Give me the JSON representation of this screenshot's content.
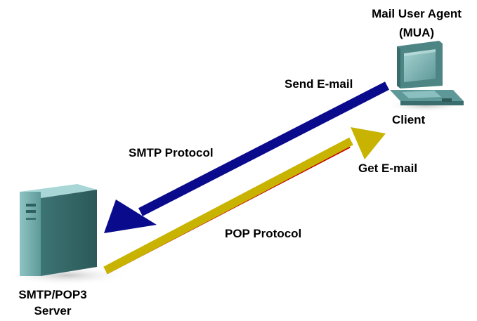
{
  "client": {
    "title_line1": "Mail User Agent",
    "title_line2": "(MUA)",
    "label": "Client"
  },
  "server": {
    "label_line1": "SMTP/POP3",
    "label_line2": "Server"
  },
  "arrows": {
    "send": {
      "label": "Send E-mail",
      "protocol": "SMTP Protocol",
      "color": "#0a0a8c"
    },
    "get": {
      "label": "Get E-mail",
      "protocol": "POP Protocol",
      "color": "#c8b400",
      "underline_color": "#c00000"
    }
  },
  "colors": {
    "device_teal": "#6aa5a5",
    "device_teal_dark": "#3f7878",
    "device_teal_light": "#a8d4d4"
  },
  "icons": [
    "computer-icon",
    "server-tower-icon"
  ]
}
